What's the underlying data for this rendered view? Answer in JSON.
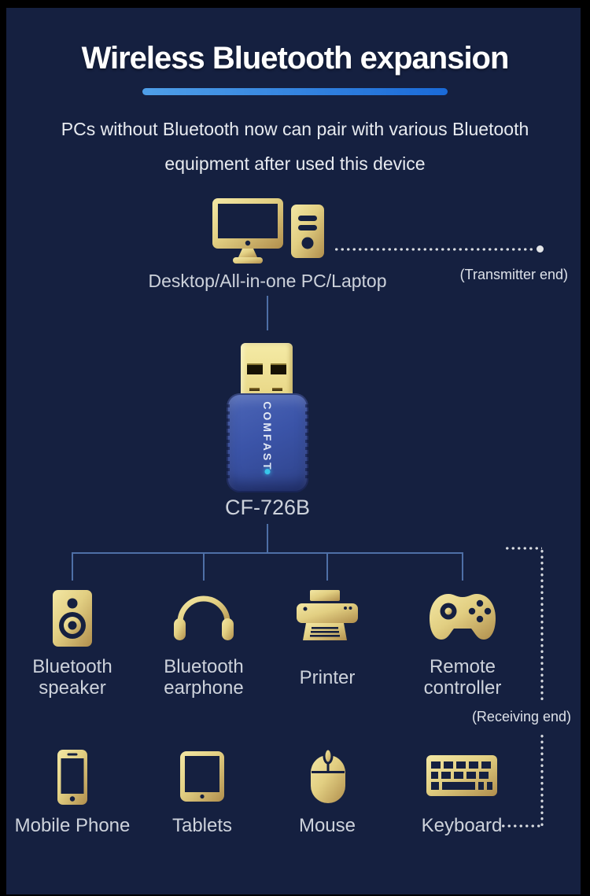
{
  "poster": {
    "bg_color": "#000000",
    "panel_color": "#152040",
    "gold_light": "#f3e7a4",
    "gold_dark": "#b08e4d",
    "line_color": "#4e6fa6",
    "dot_color": "#d9dce1",
    "label_color": "#cdd2db",
    "title_color": "#ffffff",
    "underline_gradient": [
      "#4f9fe8",
      "#1a6ad8"
    ]
  },
  "header": {
    "title": "Wireless Bluetooth expansion",
    "subtitle_line1": "PCs without Bluetooth now can pair with various Bluetooth",
    "subtitle_line2": "equipment after used this device"
  },
  "transmitter": {
    "device_label": "Desktop/All-in-one PC/Laptop",
    "end_label": "(Transmitter end)"
  },
  "adapter": {
    "brand": "COMFAST",
    "model": "CF-726B",
    "body_color": "#3b54a8",
    "led_color": "#38c6ea"
  },
  "receiving": {
    "end_label": "(Receiving end)",
    "row1": [
      {
        "icon": "speaker-icon",
        "line1": "Bluetooth",
        "line2": "speaker"
      },
      {
        "icon": "headphone-icon",
        "line1": "Bluetooth",
        "line2": "earphone"
      },
      {
        "icon": "printer-icon",
        "line1": "Printer",
        "line2": ""
      },
      {
        "icon": "gamepad-icon",
        "line1": "Remote",
        "line2": "controller"
      }
    ],
    "row2": [
      {
        "icon": "phone-icon",
        "label": "Mobile Phone"
      },
      {
        "icon": "tablet-icon",
        "label": "Tablets"
      },
      {
        "icon": "mouse-icon",
        "label": "Mouse"
      },
      {
        "icon": "keyboard-icon",
        "label": "Keyboard"
      }
    ]
  }
}
